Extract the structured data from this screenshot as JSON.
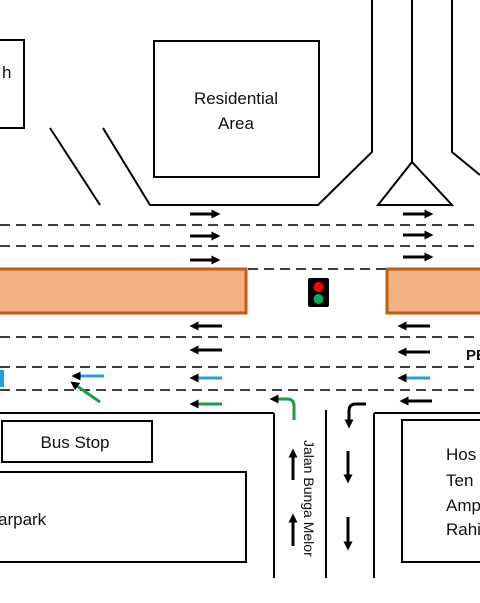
{
  "labels": {
    "residential_l1": "Residential",
    "residential_l2": "Area",
    "top_left_fragment": "h",
    "bus_stop": "Bus Stop",
    "carpark_fragment": "arpark",
    "road_name": "Jalan Bunga Melor",
    "road_label_fragment": "PE",
    "hospital_l1": "Hos",
    "hospital_l2": "Ten",
    "hospital_l3": "Amp",
    "hospital_l4": "Rahi"
  },
  "traffic_light": {
    "state": "red"
  },
  "colors": {
    "median_fill": "#F4B183",
    "median_stroke": "#C55A11",
    "arrow_black": "#000000",
    "arrow_blue": "#1FA3D9",
    "arrow_green": "#1E9B4B",
    "light_red": "#FF0000",
    "light_green": "#00B050"
  },
  "icons": [
    "arrow-right-icon",
    "arrow-left-icon",
    "arrow-up-icon",
    "arrow-down-icon",
    "u-turn-icon",
    "turn-arrow-icon",
    "traffic-light-icon"
  ]
}
